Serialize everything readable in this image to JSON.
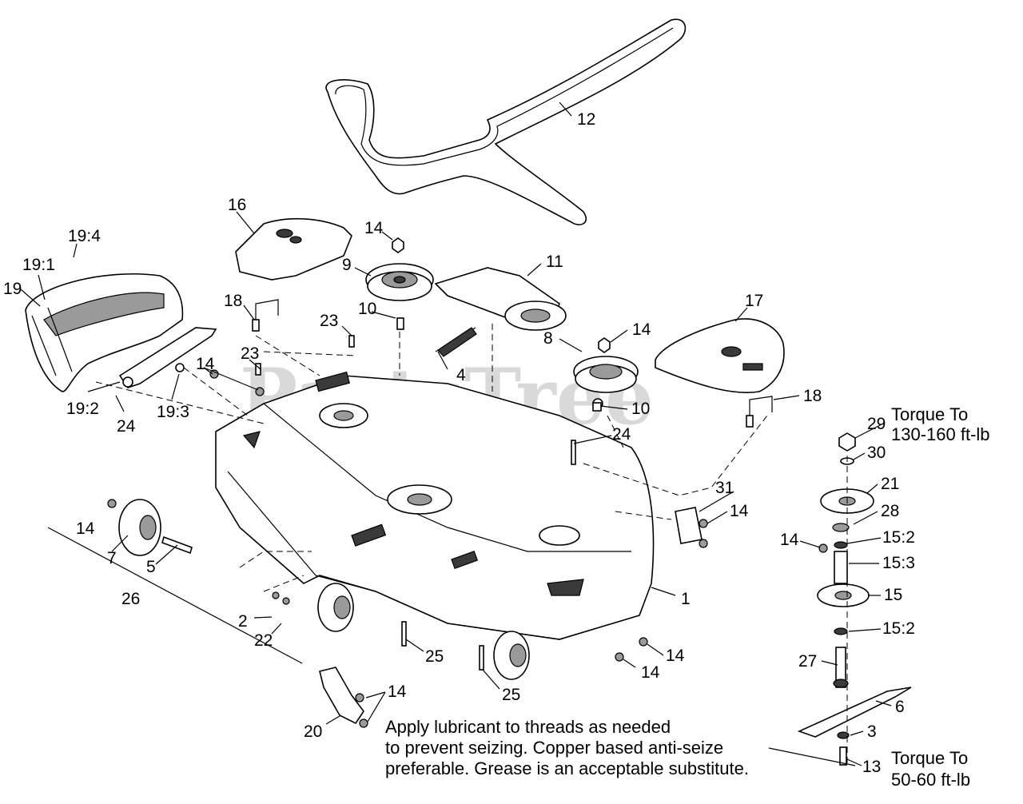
{
  "watermark": "PartsTree",
  "callouts": [
    {
      "id": "c-12",
      "text": "12"
    },
    {
      "id": "c-16",
      "text": "16"
    },
    {
      "id": "c-14a",
      "text": "14"
    },
    {
      "id": "c-11",
      "text": "11"
    },
    {
      "id": "c-19-4",
      "text": "19:4"
    },
    {
      "id": "c-19-1",
      "text": "19:1"
    },
    {
      "id": "c-19",
      "text": "19"
    },
    {
      "id": "c-9",
      "text": "9"
    },
    {
      "id": "c-18a",
      "text": "18"
    },
    {
      "id": "c-10a",
      "text": "10"
    },
    {
      "id": "c-23a",
      "text": "23"
    },
    {
      "id": "c-17",
      "text": "17"
    },
    {
      "id": "c-14b",
      "text": "14"
    },
    {
      "id": "c-14c",
      "text": "14"
    },
    {
      "id": "c-23b",
      "text": "23"
    },
    {
      "id": "c-8",
      "text": "8"
    },
    {
      "id": "c-4",
      "text": "4"
    },
    {
      "id": "c-18b",
      "text": "18"
    },
    {
      "id": "c-19-2",
      "text": "19:2"
    },
    {
      "id": "c-24a",
      "text": "24"
    },
    {
      "id": "c-19-3",
      "text": "19:3"
    },
    {
      "id": "c-10b",
      "text": "10"
    },
    {
      "id": "c-29",
      "text": "29"
    },
    {
      "id": "c-24b",
      "text": "24"
    },
    {
      "id": "c-30",
      "text": "30"
    },
    {
      "id": "c-21",
      "text": "21"
    },
    {
      "id": "c-31",
      "text": "31"
    },
    {
      "id": "c-14d",
      "text": "14"
    },
    {
      "id": "c-28",
      "text": "28"
    },
    {
      "id": "c-14e",
      "text": "14"
    },
    {
      "id": "c-14f",
      "text": "14"
    },
    {
      "id": "c-15-2a",
      "text": "15:2"
    },
    {
      "id": "c-7",
      "text": "7"
    },
    {
      "id": "c-5",
      "text": "5"
    },
    {
      "id": "c-15-3",
      "text": "15:3"
    },
    {
      "id": "c-15",
      "text": "15"
    },
    {
      "id": "c-1",
      "text": "1"
    },
    {
      "id": "c-26",
      "text": "26"
    },
    {
      "id": "c-2",
      "text": "2"
    },
    {
      "id": "c-22",
      "text": "22"
    },
    {
      "id": "c-15-2b",
      "text": "15:2"
    },
    {
      "id": "c-25a",
      "text": "25"
    },
    {
      "id": "c-14g",
      "text": "14"
    },
    {
      "id": "c-14h",
      "text": "14"
    },
    {
      "id": "c-27",
      "text": "27"
    },
    {
      "id": "c-14i",
      "text": "14"
    },
    {
      "id": "c-25b",
      "text": "25"
    },
    {
      "id": "c-6",
      "text": "6"
    },
    {
      "id": "c-20",
      "text": "20"
    },
    {
      "id": "c-3",
      "text": "3"
    },
    {
      "id": "c-13",
      "text": "13"
    }
  ],
  "torque_top": {
    "line1": "Torque To",
    "line2": "130-160 ft-lb"
  },
  "torque_bottom": {
    "line1": "Torque To",
    "line2": "50-60 ft-lb"
  },
  "note": {
    "line1": "Apply lubricant to threads as needed",
    "line2": "to prevent seizing. Copper based anti-seize",
    "line3": "preferable. Grease is an acceptable substitute."
  }
}
